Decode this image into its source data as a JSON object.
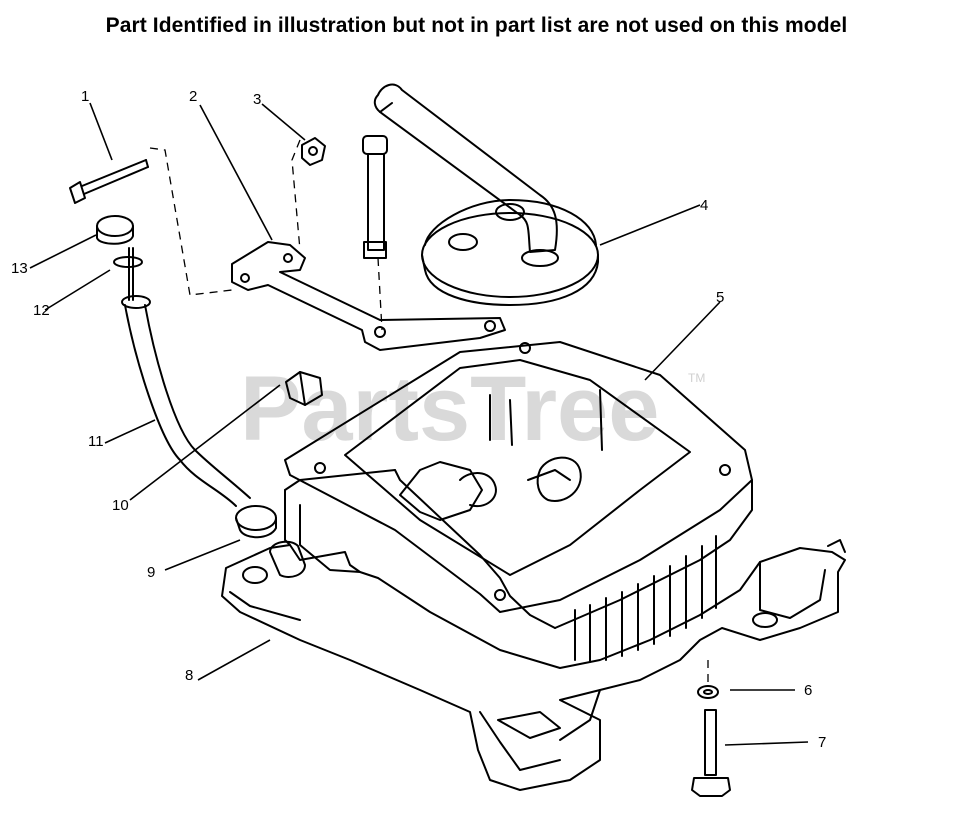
{
  "header": {
    "note": "Part Identified in illustration but not in part list are not used on this model"
  },
  "watermark": {
    "text": "PartsTree",
    "tm": "TM",
    "color": "#d9d9d9"
  },
  "callouts": [
    "1",
    "2",
    "3",
    "4",
    "5",
    "6",
    "7",
    "8",
    "9",
    "10",
    "11",
    "12",
    "13"
  ],
  "icons": [
    "screw-icon",
    "bracket-icon",
    "nut-icon",
    "bolt-icon",
    "air-cleaner-base-icon",
    "gasket-icon",
    "crankcase-icon",
    "dipstick-tube-icon",
    "plug-icon",
    "washer-icon"
  ]
}
